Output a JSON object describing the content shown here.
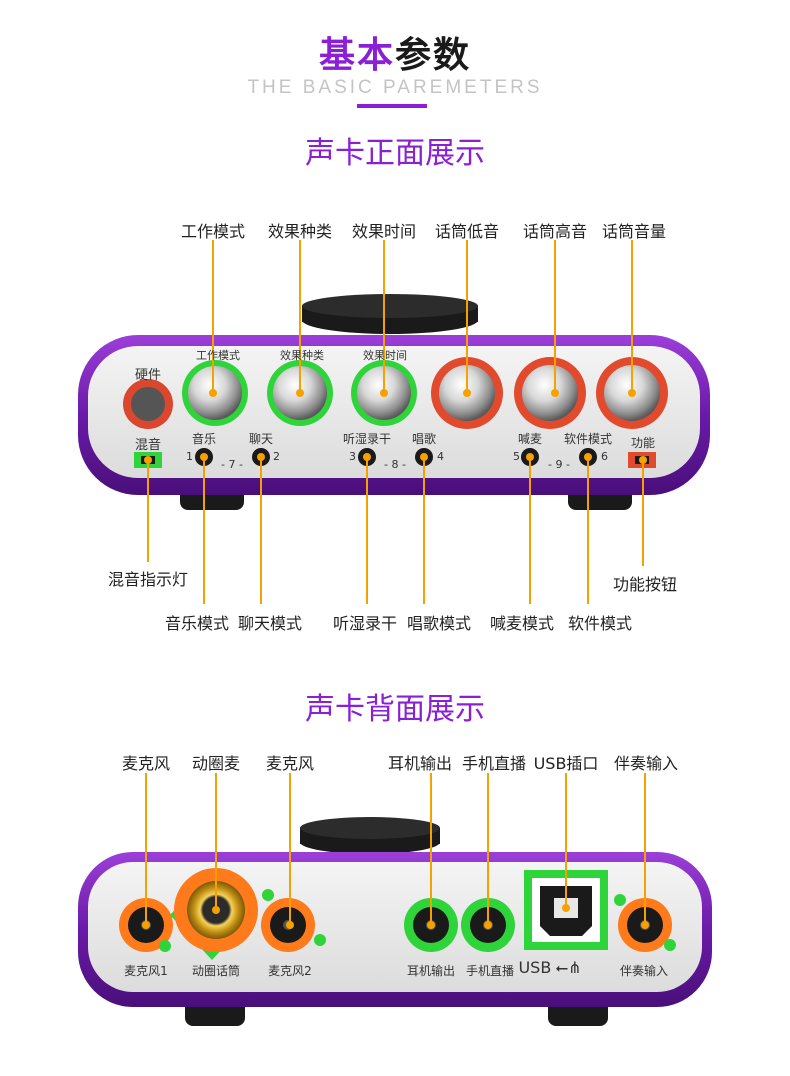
{
  "header": {
    "title_part1": "基本",
    "title_part2": "参数",
    "subtitle": "THE BASIC PAREMETERS"
  },
  "colors": {
    "accent_purple": "#8a1fd6",
    "callout_orange": "#f5a100",
    "knob_green": "#2fd43a",
    "knob_red": "#e14a2c",
    "jack_orange": "#ff7a1a",
    "jack_green": "#2fd43a"
  },
  "front": {
    "section_title": "声卡正面展示",
    "callouts_top": [
      "工作模式",
      "效果种类",
      "效果时间",
      "话筒低音",
      "话筒高音",
      "话筒音量"
    ],
    "callouts_bottom": [
      "混音指示灯",
      "音乐模式",
      "聊天模式",
      "听湿录干",
      "唱歌模式",
      "喊麦模式",
      "软件模式",
      "功能按钮"
    ],
    "panel": {
      "hardware_label": "硬件",
      "mix_label": "混音",
      "knob_labels": [
        "工作模式",
        "效果种类",
        "效果时间"
      ],
      "button_labels": [
        "音乐",
        "聊天",
        "听湿录干",
        "唱歌",
        "喊麦",
        "软件模式"
      ],
      "button_numbers": [
        "1",
        "2",
        "3",
        "4",
        "5",
        "6"
      ],
      "group_numbers": [
        "- 7 -",
        "- 8 -",
        "- 9 -"
      ],
      "function_label": "功能"
    }
  },
  "back": {
    "section_title": "声卡背面展示",
    "callouts_top": [
      "麦克风",
      "动圈麦",
      "麦克风",
      "耳机输出",
      "手机直播",
      "USB插口",
      "伴奏输入"
    ],
    "panel": {
      "jack_labels": [
        "麦克风1",
        "动圈话筒",
        "麦克风2",
        "耳机输出",
        "手机直播",
        "伴奏输入"
      ],
      "usb_label": "USB"
    }
  }
}
